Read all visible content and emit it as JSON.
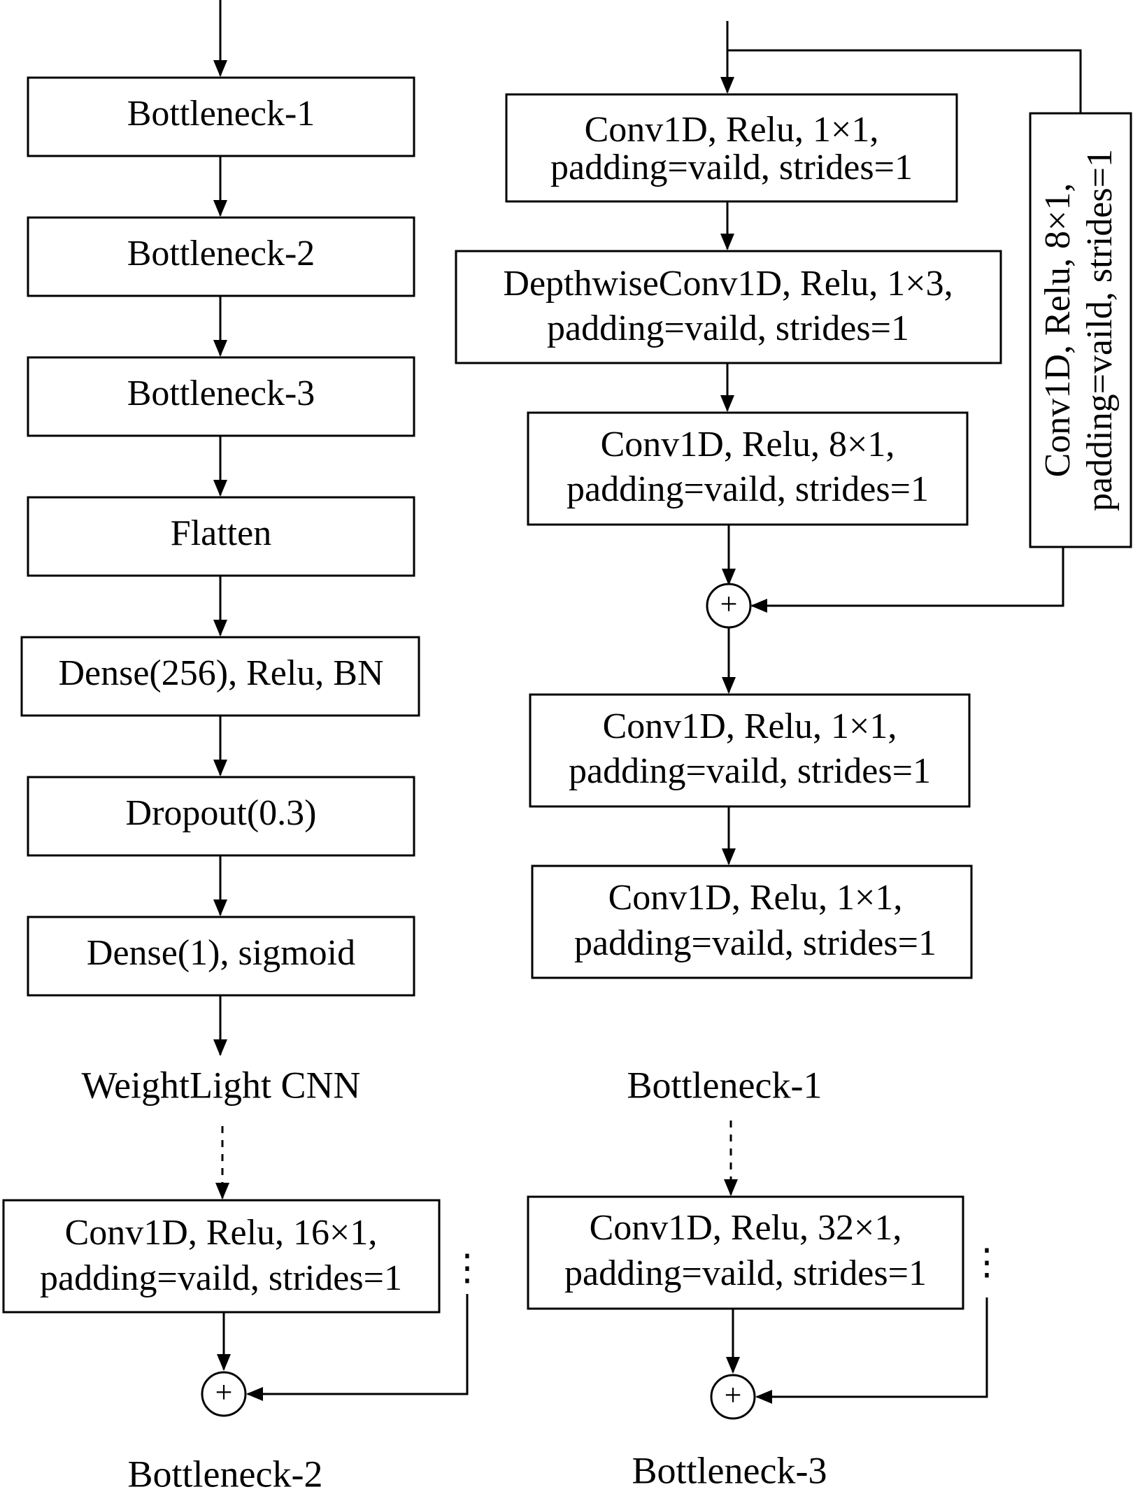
{
  "weightlight_cnn": {
    "caption": "WeightLight CNN",
    "layers": [
      "Bottleneck-1",
      "Bottleneck-2",
      "Bottleneck-3",
      "Flatten",
      "Dense(256), Relu, BN",
      "Dropout(0.3)",
      "Dense(1), sigmoid"
    ]
  },
  "bottleneck_1": {
    "caption": "Bottleneck-1",
    "layers": [
      [
        "Conv1D,  Relu, 1×1,",
        "padding=vaild, strides=1"
      ],
      [
        "DepthwiseConv1D,  Relu, 1×3,",
        "padding=vaild, strides=1"
      ],
      [
        "Conv1D,  Relu, 8×1,",
        "padding=vaild, strides=1"
      ],
      [
        "Conv1D,  Relu, 1×1,",
        "padding=vaild, strides=1"
      ],
      [
        "Conv1D,  Relu, 1×1,",
        "padding=vaild, strides=1"
      ]
    ],
    "shortcut": [
      "Conv1D,  Relu, 8×1,",
      "padding=vaild, strides=1"
    ]
  },
  "bottleneck_2": {
    "caption": "Bottleneck-2",
    "layer": [
      "Conv1D,  Relu, 16×1,",
      "padding=vaild, strides=1"
    ]
  },
  "bottleneck_3": {
    "caption": "Bottleneck-3",
    "layer": [
      "Conv1D,  Relu, 32×1,",
      "padding=vaild, strides=1"
    ]
  },
  "symbols": {
    "add": "+",
    "ellipsis": "⋮"
  }
}
